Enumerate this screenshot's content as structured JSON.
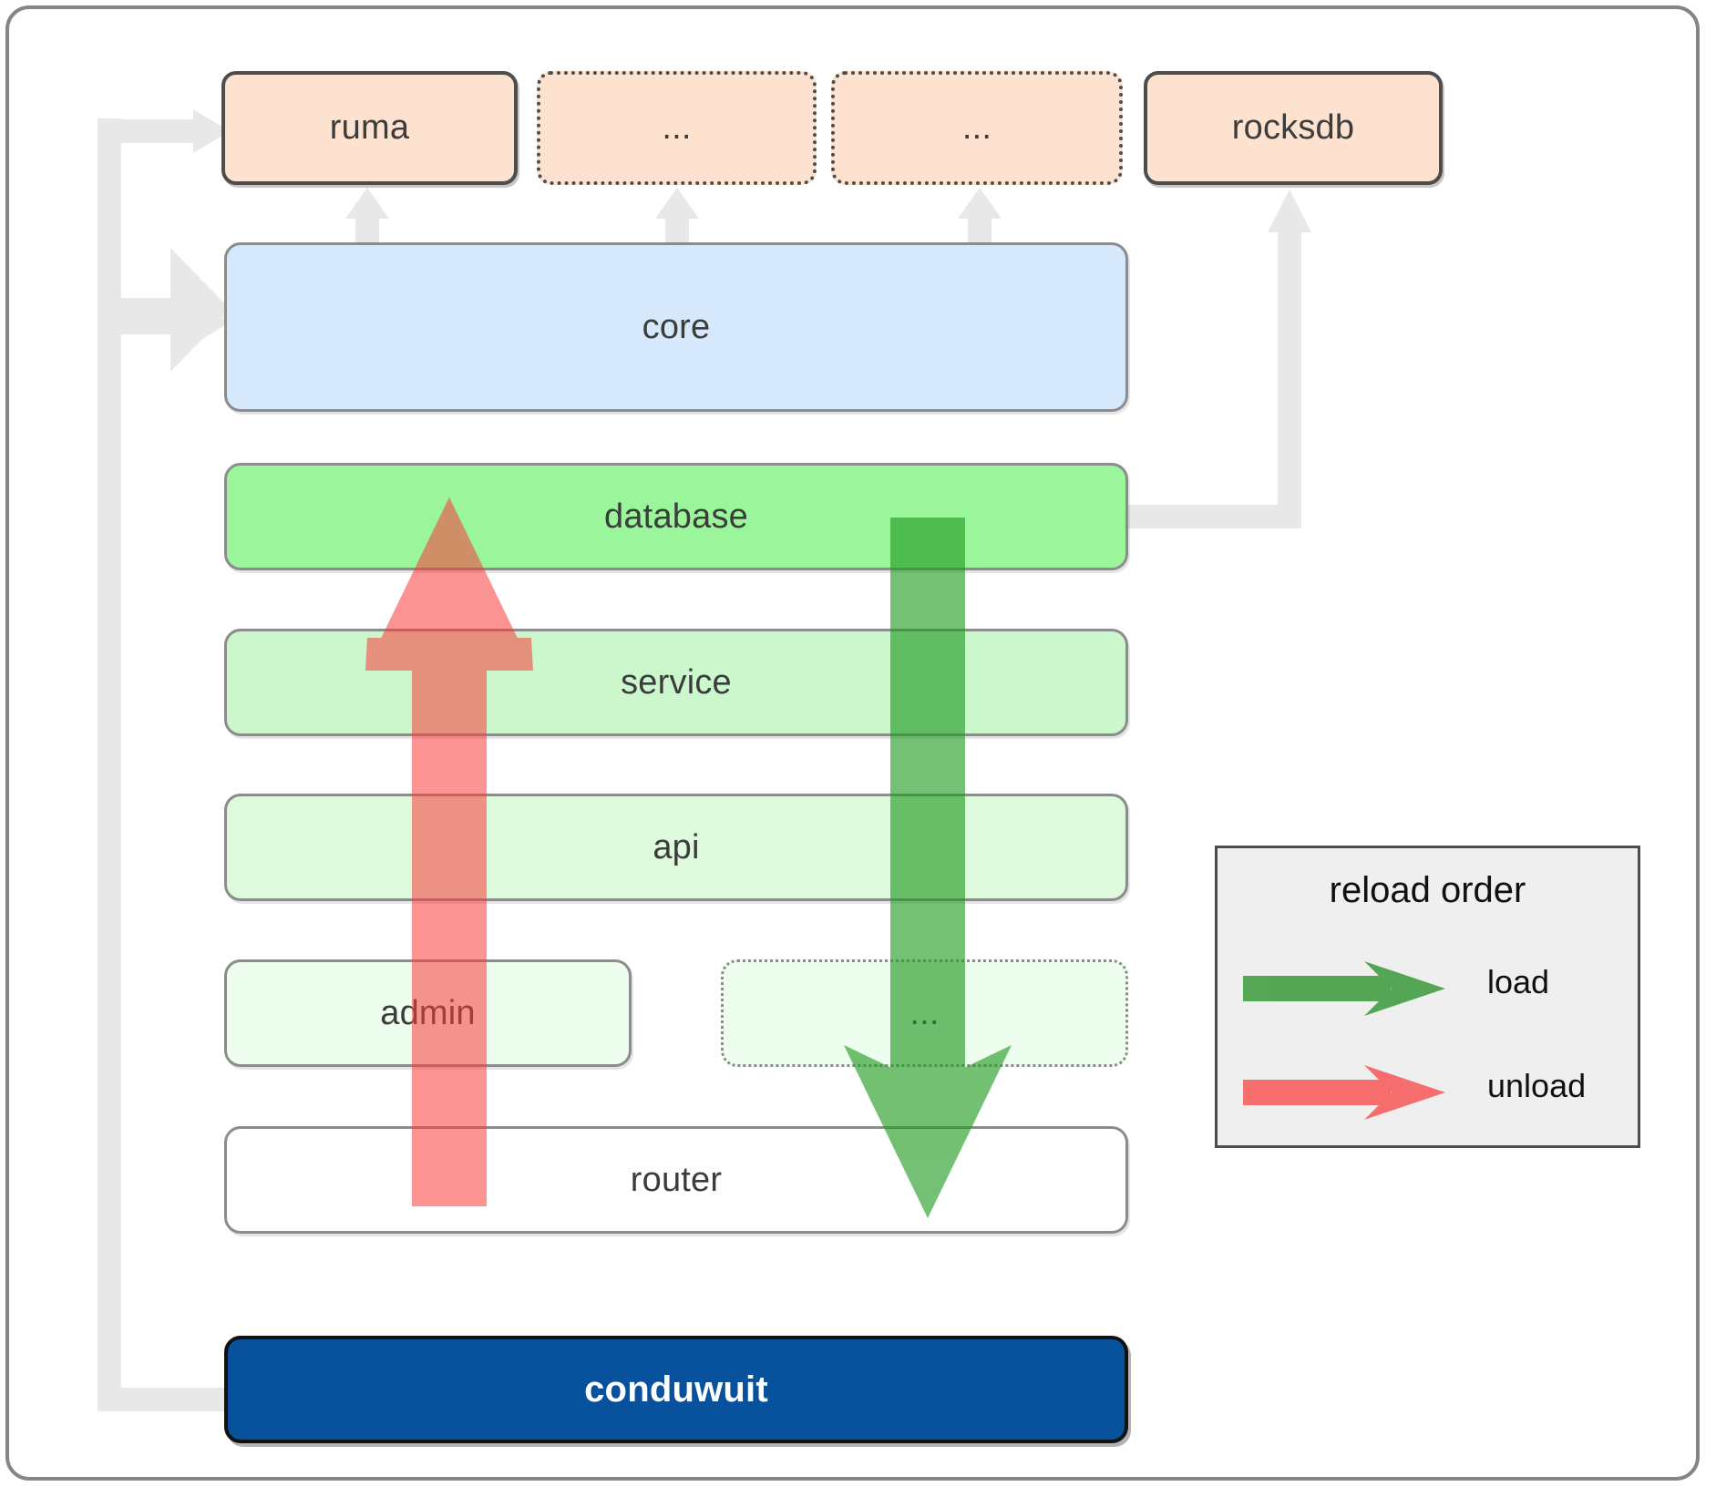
{
  "diagram": {
    "title": "conduwuit crate / reload order architecture",
    "dependencies": [
      {
        "label": "ruma",
        "style": "solid"
      },
      {
        "label": "...",
        "style": "dotted"
      },
      {
        "label": "...",
        "style": "dotted"
      },
      {
        "label": "rocksdb",
        "style": "solid"
      }
    ],
    "layers": [
      {
        "label": "core",
        "color": "#d6e8fb",
        "style": "solid"
      },
      {
        "label": "database",
        "color": "#9bf59b",
        "style": "solid"
      },
      {
        "label": "service",
        "color": "#ccf7cc",
        "style": "solid"
      },
      {
        "label": "api",
        "color": "#ddfadd",
        "style": "solid"
      },
      {
        "label": "admin",
        "color": "#edfdee",
        "style": "solid"
      },
      {
        "label": "...",
        "color": "#edfdee",
        "style": "dotted"
      },
      {
        "label": "router",
        "color": "#ffffff",
        "style": "solid"
      }
    ],
    "root": {
      "label": "conduwuit",
      "color": "#08519c",
      "text_color": "#ffffff"
    },
    "legend": {
      "title": "reload order",
      "items": [
        {
          "label": "load",
          "color": "#5aad5a",
          "direction": "right"
        },
        {
          "label": "unload",
          "color": "#f98080",
          "direction": "right"
        }
      ]
    },
    "flows": [
      {
        "name": "load",
        "color": "#3a9a3a",
        "direction": "down",
        "from": "database",
        "to": "router"
      },
      {
        "name": "unload",
        "color": "#fa6464",
        "direction": "up",
        "from": "router",
        "to": "database"
      }
    ],
    "connector_color": "#e8e8e8"
  }
}
